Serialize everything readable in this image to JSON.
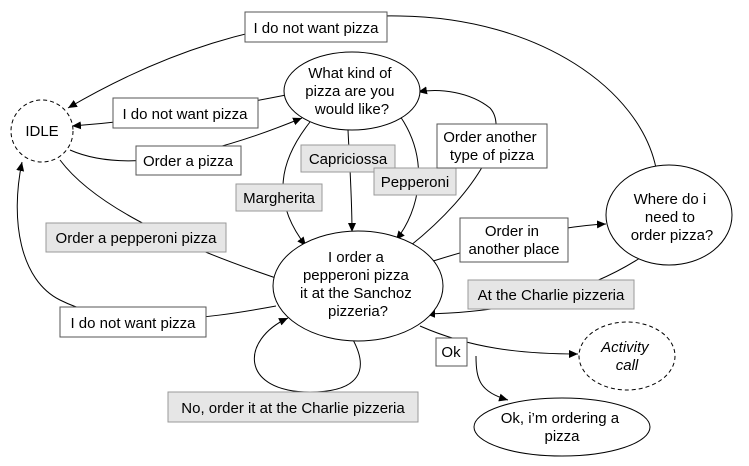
{
  "nodes": {
    "idle": {
      "lines": [
        "IDLE"
      ]
    },
    "kind": {
      "lines": [
        "What  kind of",
        "pizza are you",
        "would like?"
      ]
    },
    "order": {
      "lines": [
        "I order a",
        "pepperoni pizza",
        "it at the Sanchoz",
        "pizzeria?"
      ]
    },
    "where": {
      "lines": [
        "Where do i",
        "need to",
        "order pizza?"
      ]
    },
    "activity": {
      "lines": [
        "Activity",
        "call"
      ]
    },
    "ordering": {
      "lines": [
        "Ok, i’m ordering a",
        "pizza"
      ]
    }
  },
  "edge_labels": {
    "no_pizza_top": {
      "lines": [
        "I do not want pizza"
      ],
      "style": "plain"
    },
    "no_pizza_mid": {
      "lines": [
        "I do not want pizza"
      ],
      "style": "plain"
    },
    "order_a_pizza": {
      "lines": [
        "Order a pizza"
      ],
      "style": "plain"
    },
    "capriciossa": {
      "lines": [
        "Capriciossa"
      ],
      "style": "gray"
    },
    "pepperoni": {
      "lines": [
        "Pepperoni"
      ],
      "style": "gray"
    },
    "margherita": {
      "lines": [
        "Margherita"
      ],
      "style": "gray"
    },
    "order_another_type": {
      "lines": [
        "Order another",
        "type of pizza"
      ],
      "style": "plain"
    },
    "order_pepperoni_pizza": {
      "lines": [
        "Order a pepperoni pizza"
      ],
      "style": "gray"
    },
    "order_another_place": {
      "lines": [
        "Order in",
        "another place"
      ],
      "style": "plain"
    },
    "at_charlie": {
      "lines": [
        "At the Charlie pizzeria"
      ],
      "style": "gray"
    },
    "no_pizza_bottom": {
      "lines": [
        "I do not want pizza"
      ],
      "style": "plain"
    },
    "ok": {
      "lines": [
        "Ok"
      ],
      "style": "plain"
    },
    "no_order_charlie": {
      "lines": [
        "No, order it at the Charlie pizzeria"
      ],
      "style": "gray"
    }
  }
}
